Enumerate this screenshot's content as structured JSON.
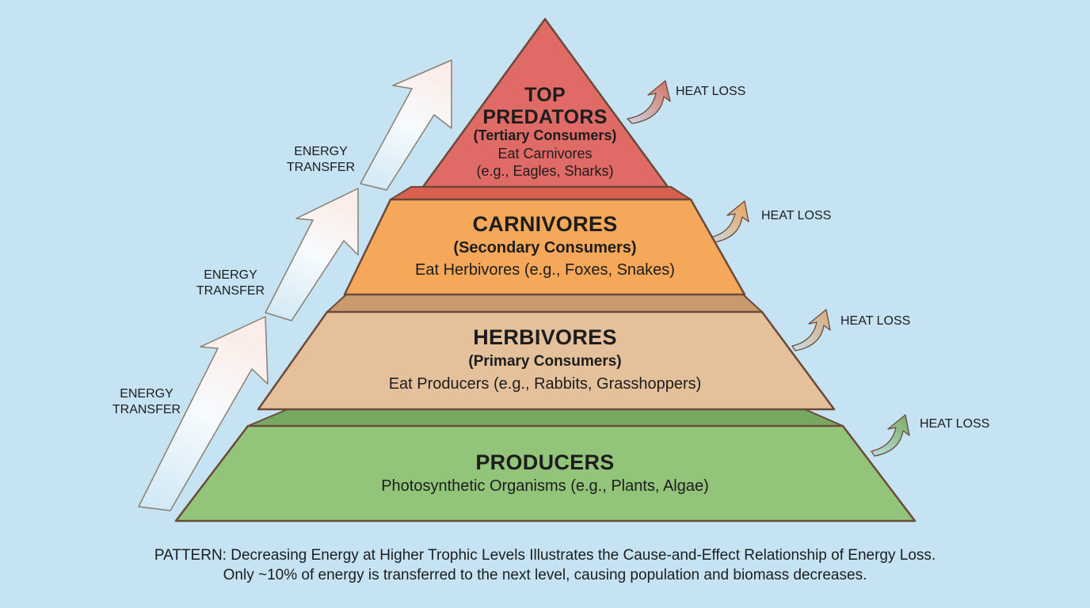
{
  "levels": {
    "top": {
      "title_line1": "TOP",
      "title_line2": "PREDATORS",
      "subtitle": "(Tertiary Consumers)",
      "desc_line1": "Eat Carnivores",
      "desc_line2": "(e.g., Eagles, Sharks)",
      "color": "#df6a66"
    },
    "carnivores": {
      "title": "CARNIVORES",
      "subtitle": "(Secondary Consumers)",
      "desc": "Eat Herbivores (e.g., Foxes, Snakes)",
      "color": "#f5a85a"
    },
    "herbivores": {
      "title": "HERBIVORES",
      "subtitle": "(Primary Consumers)",
      "desc": "Eat Producers (e.g., Rabbits, Grasshoppers)",
      "color": "#e4c19b"
    },
    "producers": {
      "title": "PRODUCERS",
      "desc": "Photosynthetic Organisms (e.g., Plants, Algae)",
      "color": "#92c47a"
    }
  },
  "energy_transfer": [
    {
      "line1": "ENERGY",
      "line2": "TRANSFER"
    },
    {
      "line1": "ENERGY",
      "line2": "TRANSFER"
    },
    {
      "line1": "ENERGY",
      "line2": "TRANSFER"
    }
  ],
  "heat_loss": [
    "HEAT LOSS",
    "HEAT LOSS",
    "HEAT LOSS",
    "HEAT LOSS"
  ],
  "caption": {
    "line1": "PATTERN: Decreasing Energy at Higher Trophic Levels Illustrates the Cause-and-Effect Relationship of Energy Loss.",
    "line2": "Only ~10% of energy is transferred to the next level, causing population and biomass decreases."
  }
}
